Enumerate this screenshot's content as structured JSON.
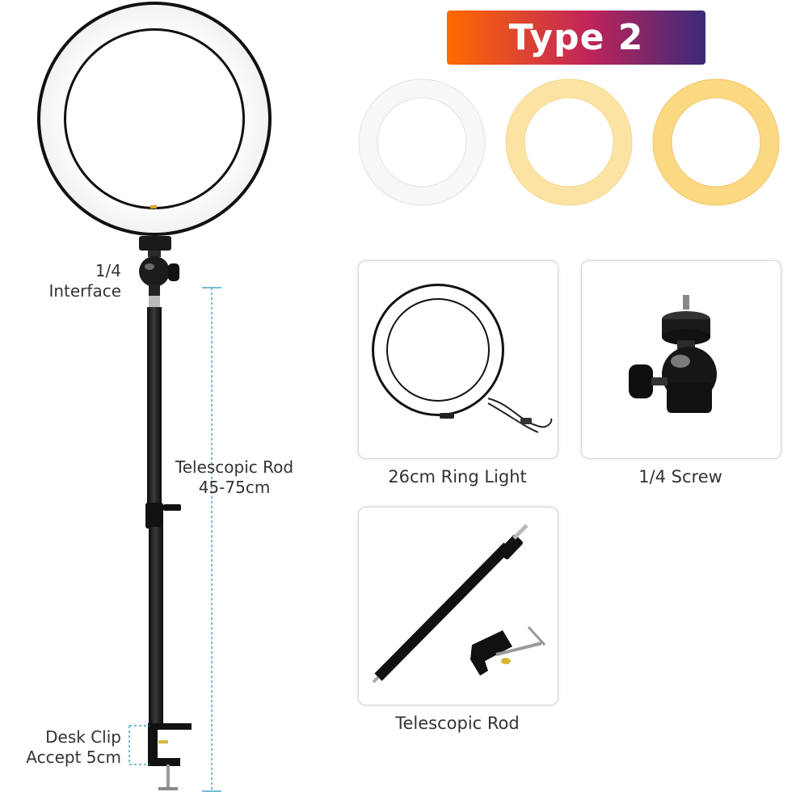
{
  "badge": {
    "text": "Type 2"
  },
  "swatches": [
    {
      "name": "white",
      "color": "#f7f7f7"
    },
    {
      "name": "warm-white",
      "color": "#fbe3a4"
    },
    {
      "name": "warm-yellow",
      "color": "#fbd882"
    }
  ],
  "products": {
    "ring_light": {
      "caption": "26cm Ring Light"
    },
    "screw": {
      "caption": "1/4 Screw"
    },
    "rod": {
      "caption": "Telescopic Rod"
    }
  },
  "labels": {
    "interface_line1": "1/4",
    "interface_line2": "Interface",
    "rod_line1": "Telescopic Rod",
    "rod_line2": "45-75cm",
    "clip_line1": "Desk Clip",
    "clip_line2": "Accept 5cm"
  },
  "colors": {
    "accent_start": "#ff6a00",
    "accent_end": "#3a2a7a",
    "dimension_line": "#4aa6c8"
  }
}
